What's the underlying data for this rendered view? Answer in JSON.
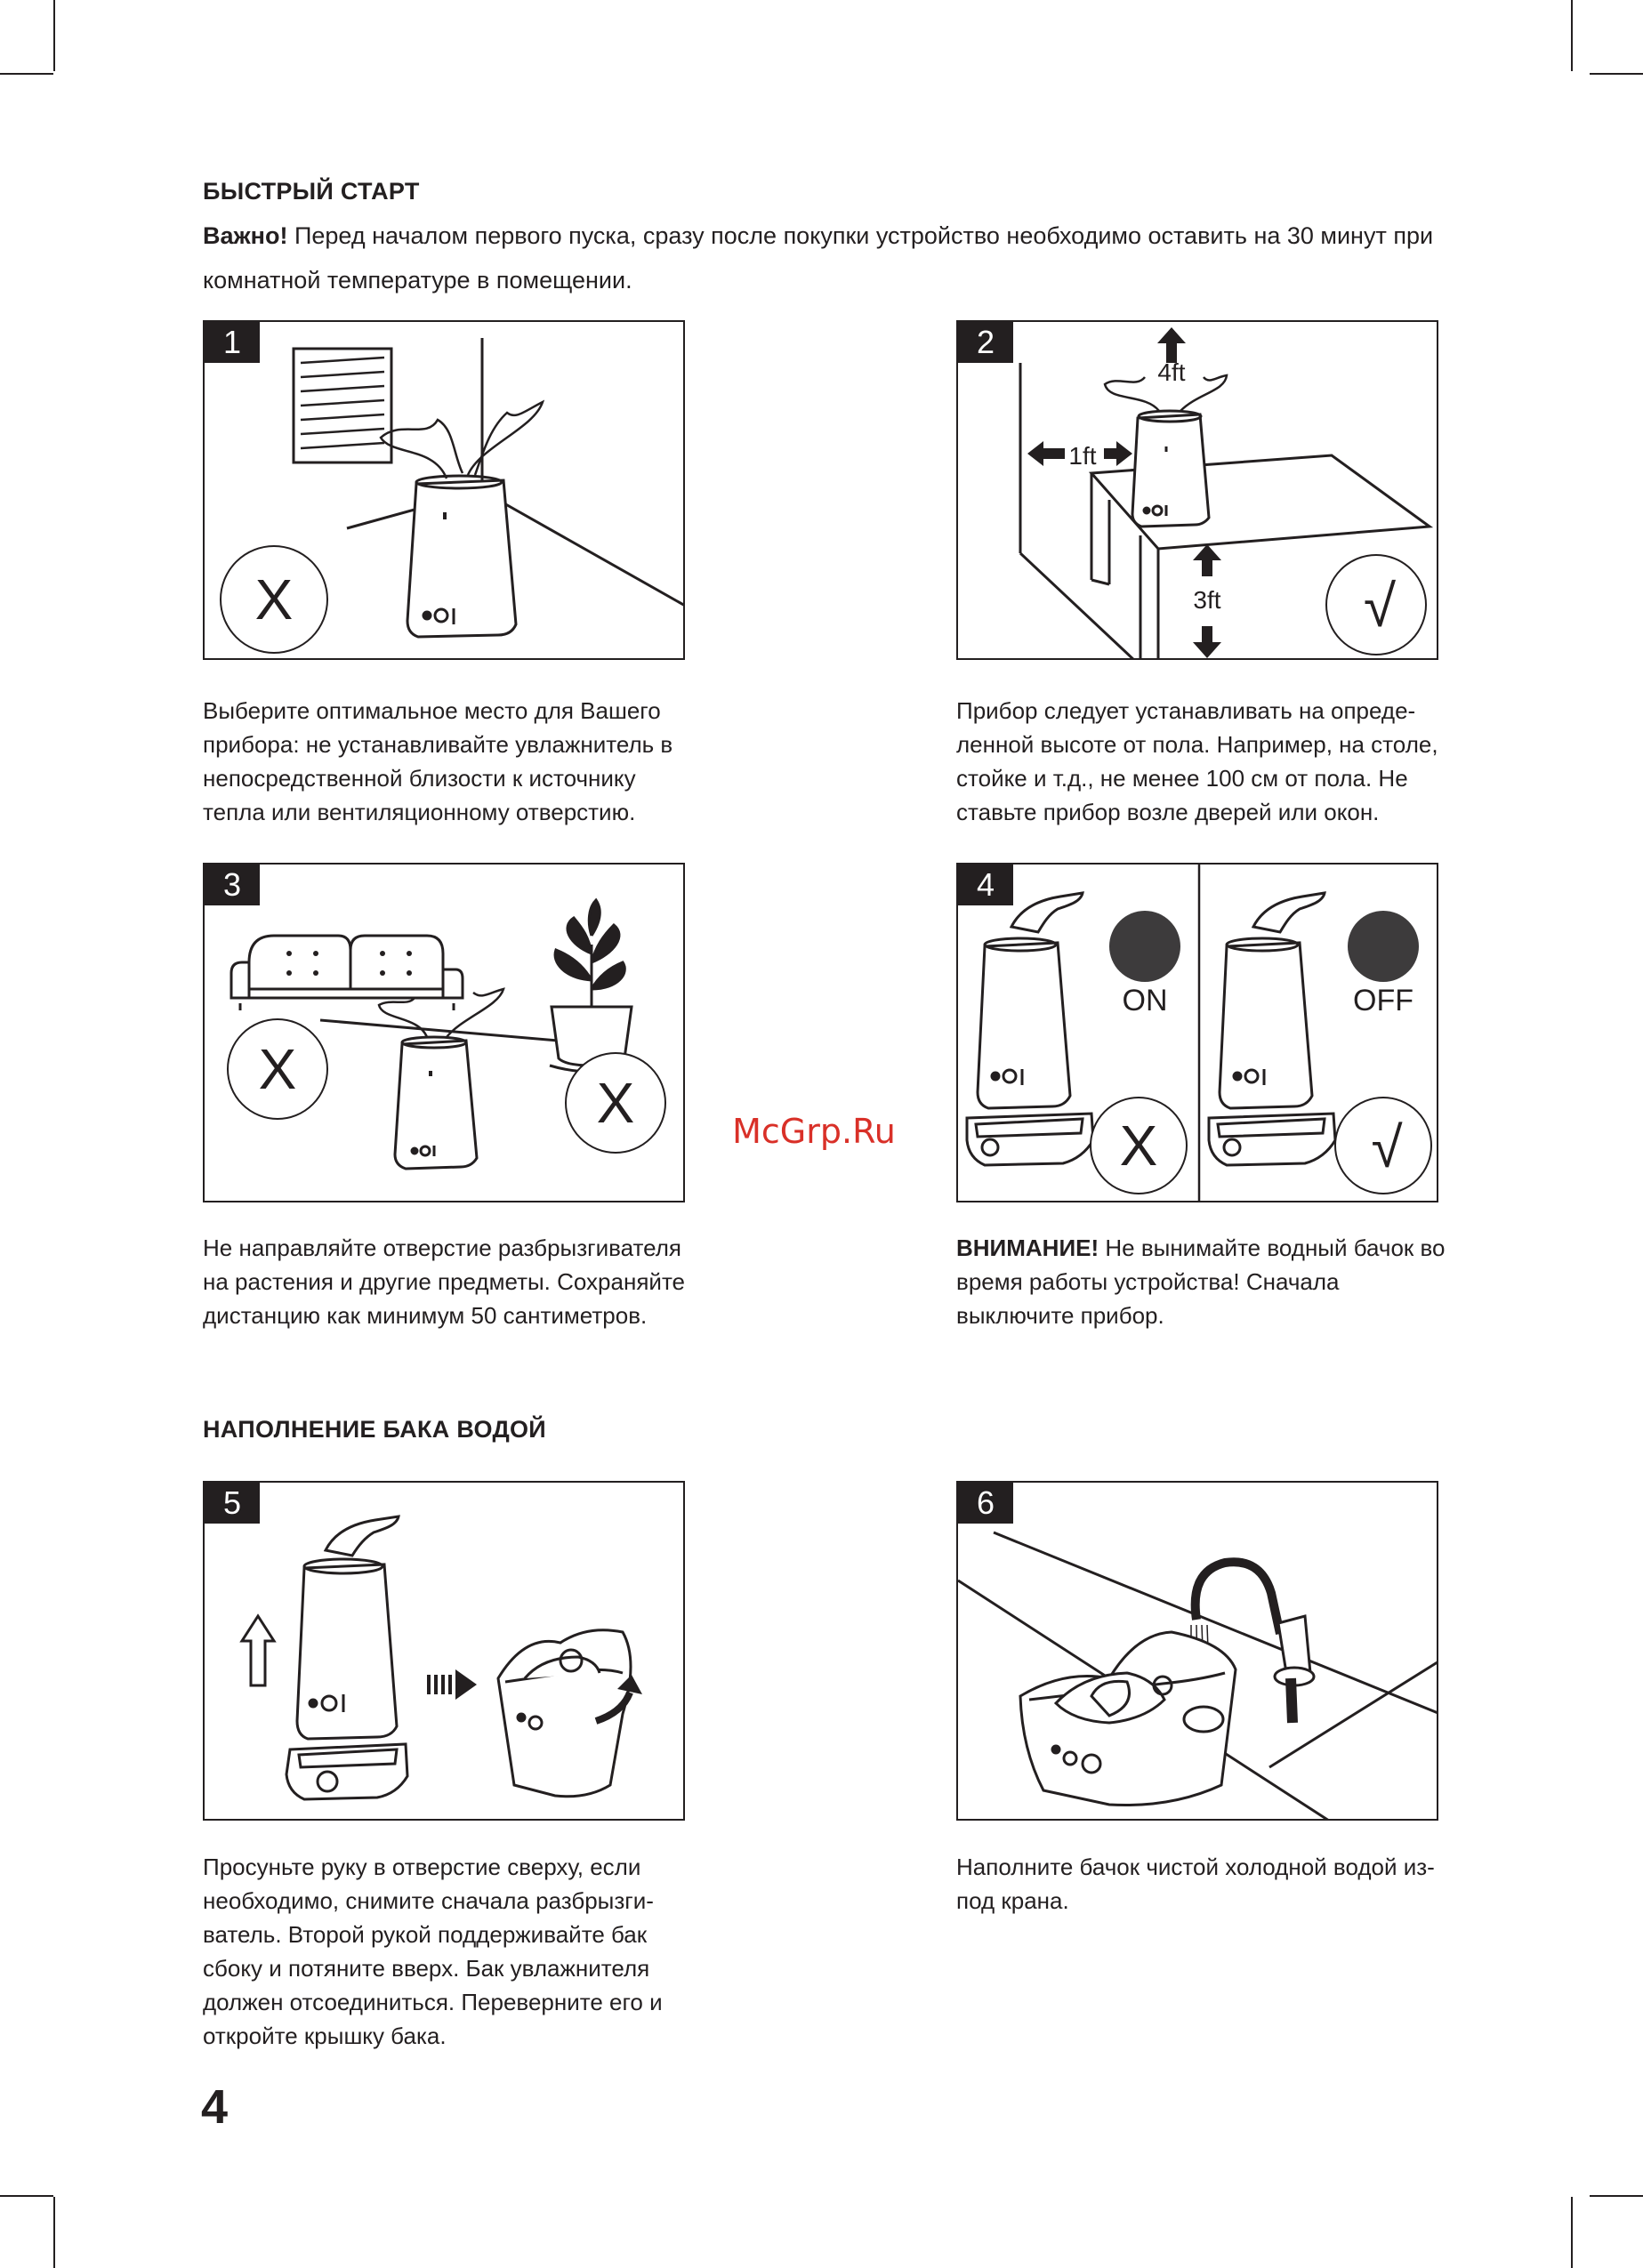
{
  "section1": {
    "title": "БЫСТРЫЙ СТАРТ",
    "important_label": "Важно!",
    "important_text": " Перед началом первого пуска, сразу после покупки устройство необходимо оставить на 30 минут при комнатной температуре в помещении."
  },
  "steps": [
    {
      "number": "1",
      "mark": "X",
      "caption": "Выберите оптимальное место для Вашего прибора: не устанавливайте увлажнитель в непосредственной близости к источнику тепла или вентиляционному отверстию."
    },
    {
      "number": "2",
      "mark": "√",
      "labels": {
        "top": "4ft",
        "side": "1ft",
        "bottom": "3ft"
      },
      "caption": "Прибор следует устанавливать на опреде­ленной высоте от пола. Например, на столе, стойке и т.д., не менее 100 см от пола. Не ставьте прибор возле дверей или окон."
    },
    {
      "number": "3",
      "mark_left": "X",
      "mark_right": "X",
      "caption": "Не направляйте отверстие разбрызгивателя на растения и другие предметы. Сохраняйте дистанцию как минимум 50 сантиметров."
    },
    {
      "number": "4",
      "on_label": "ON",
      "off_label": "OFF",
      "mark_left": "X",
      "mark_right": "√",
      "caption_bold": "ВНИМАНИЕ!",
      "caption": " Не вынимайте водный бачок во время работы устройства! Сначала выключите прибор."
    },
    {
      "number": "5",
      "caption": "Просуньте руку в отверстие сверху, если необходимо, снимите сначала разбрызги­ватель. Второй рукой поддерживайте бак сбоку и потяните вверх. Бак увлажнителя должен отсоединиться. Переверните его и откройте крышку бака."
    },
    {
      "number": "6",
      "caption": "Наполните бачок чистой холодной водой из-под крана."
    }
  ],
  "section2": {
    "title": "НАПОЛНЕНИЕ БАКА ВОДОЙ"
  },
  "watermark": "McGrp.Ru",
  "page_number": "4",
  "colors": {
    "ink": "#231f20",
    "watermark": "#d93028",
    "indicator": "#3d3b3c"
  }
}
